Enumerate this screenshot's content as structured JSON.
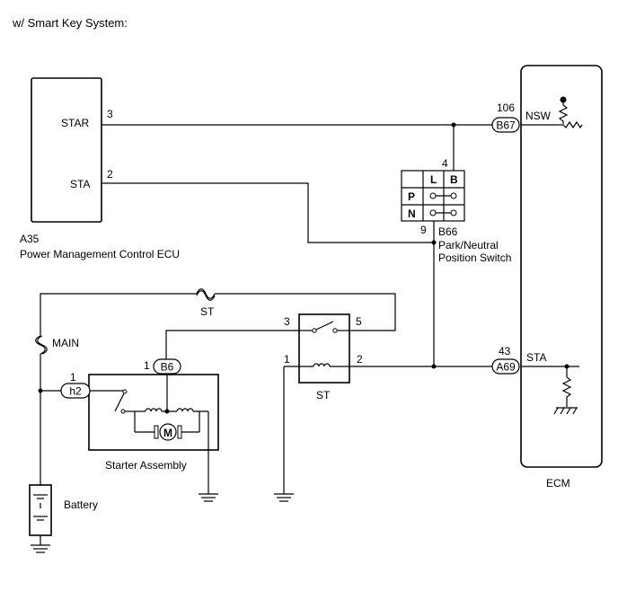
{
  "header": {
    "title": "w/ Smart Key System:"
  },
  "components": {
    "pm_ecu": {
      "code": "A35",
      "name": "Power Management Control ECU",
      "pins": {
        "star_label": "STAR",
        "star_num": "3",
        "sta_label": "STA",
        "sta_num": "2"
      }
    },
    "ecm": {
      "name": "ECM",
      "nsw": {
        "label": "NSW",
        "pin": "106",
        "connector": "B67"
      },
      "sta": {
        "label": "STA",
        "pin": "43",
        "connector": "A69"
      }
    },
    "pnp_switch": {
      "code": "B66",
      "name_line1": "Park/Neutral",
      "name_line2": "Position Switch",
      "pin_top": "4",
      "pin_bottom": "9",
      "col_l": "L",
      "col_b": "B",
      "row_p": "P",
      "row_n": "N"
    },
    "st_relay": {
      "name": "ST",
      "pin1": "1",
      "pin2": "2",
      "pin3": "3",
      "pin5": "5"
    },
    "st_fuse": {
      "name": "ST"
    },
    "main_fuse": {
      "name": "MAIN"
    },
    "starter": {
      "name": "Starter Assembly",
      "b6_pin": "1",
      "b6_connector": "B6",
      "h2_pin": "1",
      "h2_connector": "h2",
      "motor_label": "M"
    },
    "battery": {
      "name": "Battery"
    }
  }
}
